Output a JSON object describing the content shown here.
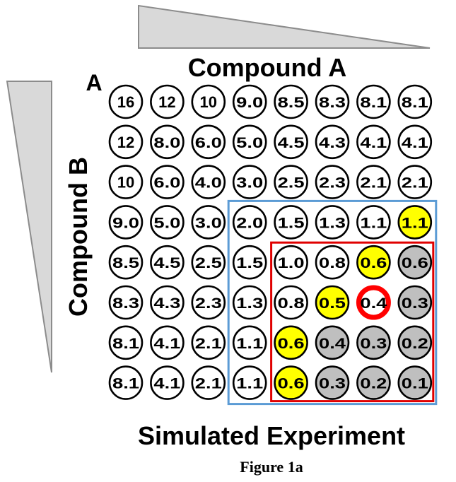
{
  "panel_label": "A",
  "compound_a_label": "Compound A",
  "compound_b_label": "Compound B",
  "experiment_label": "Simulated Experiment",
  "caption": "Figure 1a",
  "grid": {
    "rows": [
      [
        "16",
        "12",
        "10",
        "9.0",
        "8.5",
        "8.3",
        "8.1",
        "8.1"
      ],
      [
        "12",
        "8.0",
        "6.0",
        "5.0",
        "4.5",
        "4.3",
        "4.1",
        "4.1"
      ],
      [
        "10",
        "6.0",
        "4.0",
        "3.0",
        "2.5",
        "2.3",
        "2.1",
        "2.1"
      ],
      [
        "9.0",
        "5.0",
        "3.0",
        "2.0",
        "1.5",
        "1.3",
        "1.1",
        "1.1"
      ],
      [
        "8.5",
        "4.5",
        "2.5",
        "1.5",
        "1.0",
        "0.8",
        "0.6",
        "0.6"
      ],
      [
        "8.3",
        "4.3",
        "2.3",
        "1.3",
        "0.8",
        "0.5",
        "0.4",
        "0.3"
      ],
      [
        "8.1",
        "4.1",
        "2.1",
        "1.1",
        "0.6",
        "0.4",
        "0.3",
        "0.2"
      ],
      [
        "8.1",
        "4.1",
        "2.1",
        "1.1",
        "0.6",
        "0.3",
        "0.2",
        "0.1"
      ]
    ],
    "fills": [
      [
        "w",
        "w",
        "w",
        "w",
        "w",
        "w",
        "w",
        "w"
      ],
      [
        "w",
        "w",
        "w",
        "w",
        "w",
        "w",
        "w",
        "w"
      ],
      [
        "w",
        "w",
        "w",
        "w",
        "w",
        "w",
        "w",
        "w"
      ],
      [
        "w",
        "w",
        "w",
        "w",
        "w",
        "w",
        "w",
        "y"
      ],
      [
        "w",
        "w",
        "w",
        "w",
        "w",
        "w",
        "y",
        "g"
      ],
      [
        "w",
        "w",
        "w",
        "w",
        "w",
        "y",
        "r",
        "g"
      ],
      [
        "w",
        "w",
        "w",
        "w",
        "y",
        "g",
        "g",
        "g"
      ],
      [
        "w",
        "w",
        "w",
        "w",
        "y",
        "g",
        "g",
        "g"
      ]
    ],
    "blue_box": {
      "row_start": 3,
      "row_end": 7,
      "col_start": 3,
      "col_end": 7
    },
    "red_box": {
      "row_start": 4,
      "row_end": 7,
      "col_start": 4,
      "col_end": 7
    }
  },
  "colors": {
    "white": "#ffffff",
    "yellow": "#ffff00",
    "gray": "#bfbfbf",
    "red_ring": "#ff0000",
    "blue_box": "#5b9bd5",
    "red_box": "#e00000",
    "wedge_fill": "#d9d9d9",
    "wedge_stroke": "#8c8c8c"
  }
}
